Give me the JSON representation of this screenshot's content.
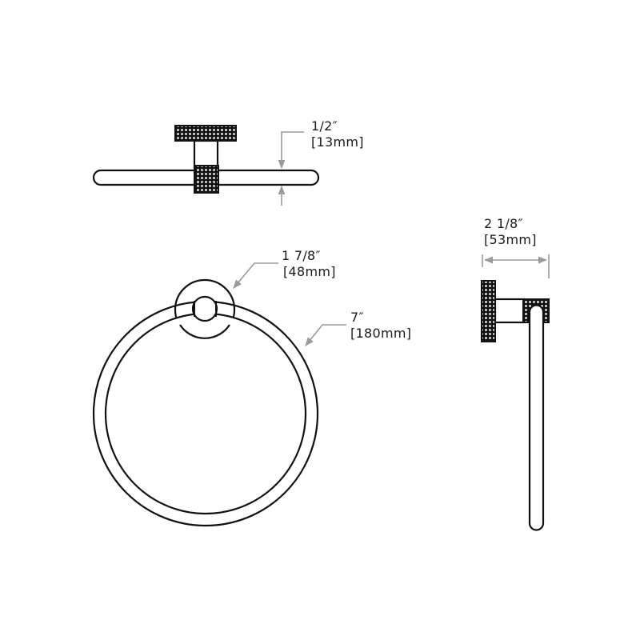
{
  "diagram": {
    "type": "technical-dimension-drawing",
    "subject": "towel ring",
    "colors": {
      "line": "#111111",
      "dimension": "#9a9a9a",
      "text": "#1a1a1a",
      "background": "#ffffff"
    },
    "views": {
      "top": {
        "label": "top-view",
        "dimension": {
          "imperial": "1/2″",
          "metric": "[13mm]"
        }
      },
      "front": {
        "label": "front-view",
        "rosette_dimension": {
          "imperial": "1 7/8″",
          "metric": "[48mm]"
        },
        "ring_dimension": {
          "imperial": "7″",
          "metric": "[180mm]"
        }
      },
      "side": {
        "label": "side-view",
        "dimension": {
          "imperial": "2 1/8″",
          "metric": "[53mm]"
        }
      }
    }
  }
}
